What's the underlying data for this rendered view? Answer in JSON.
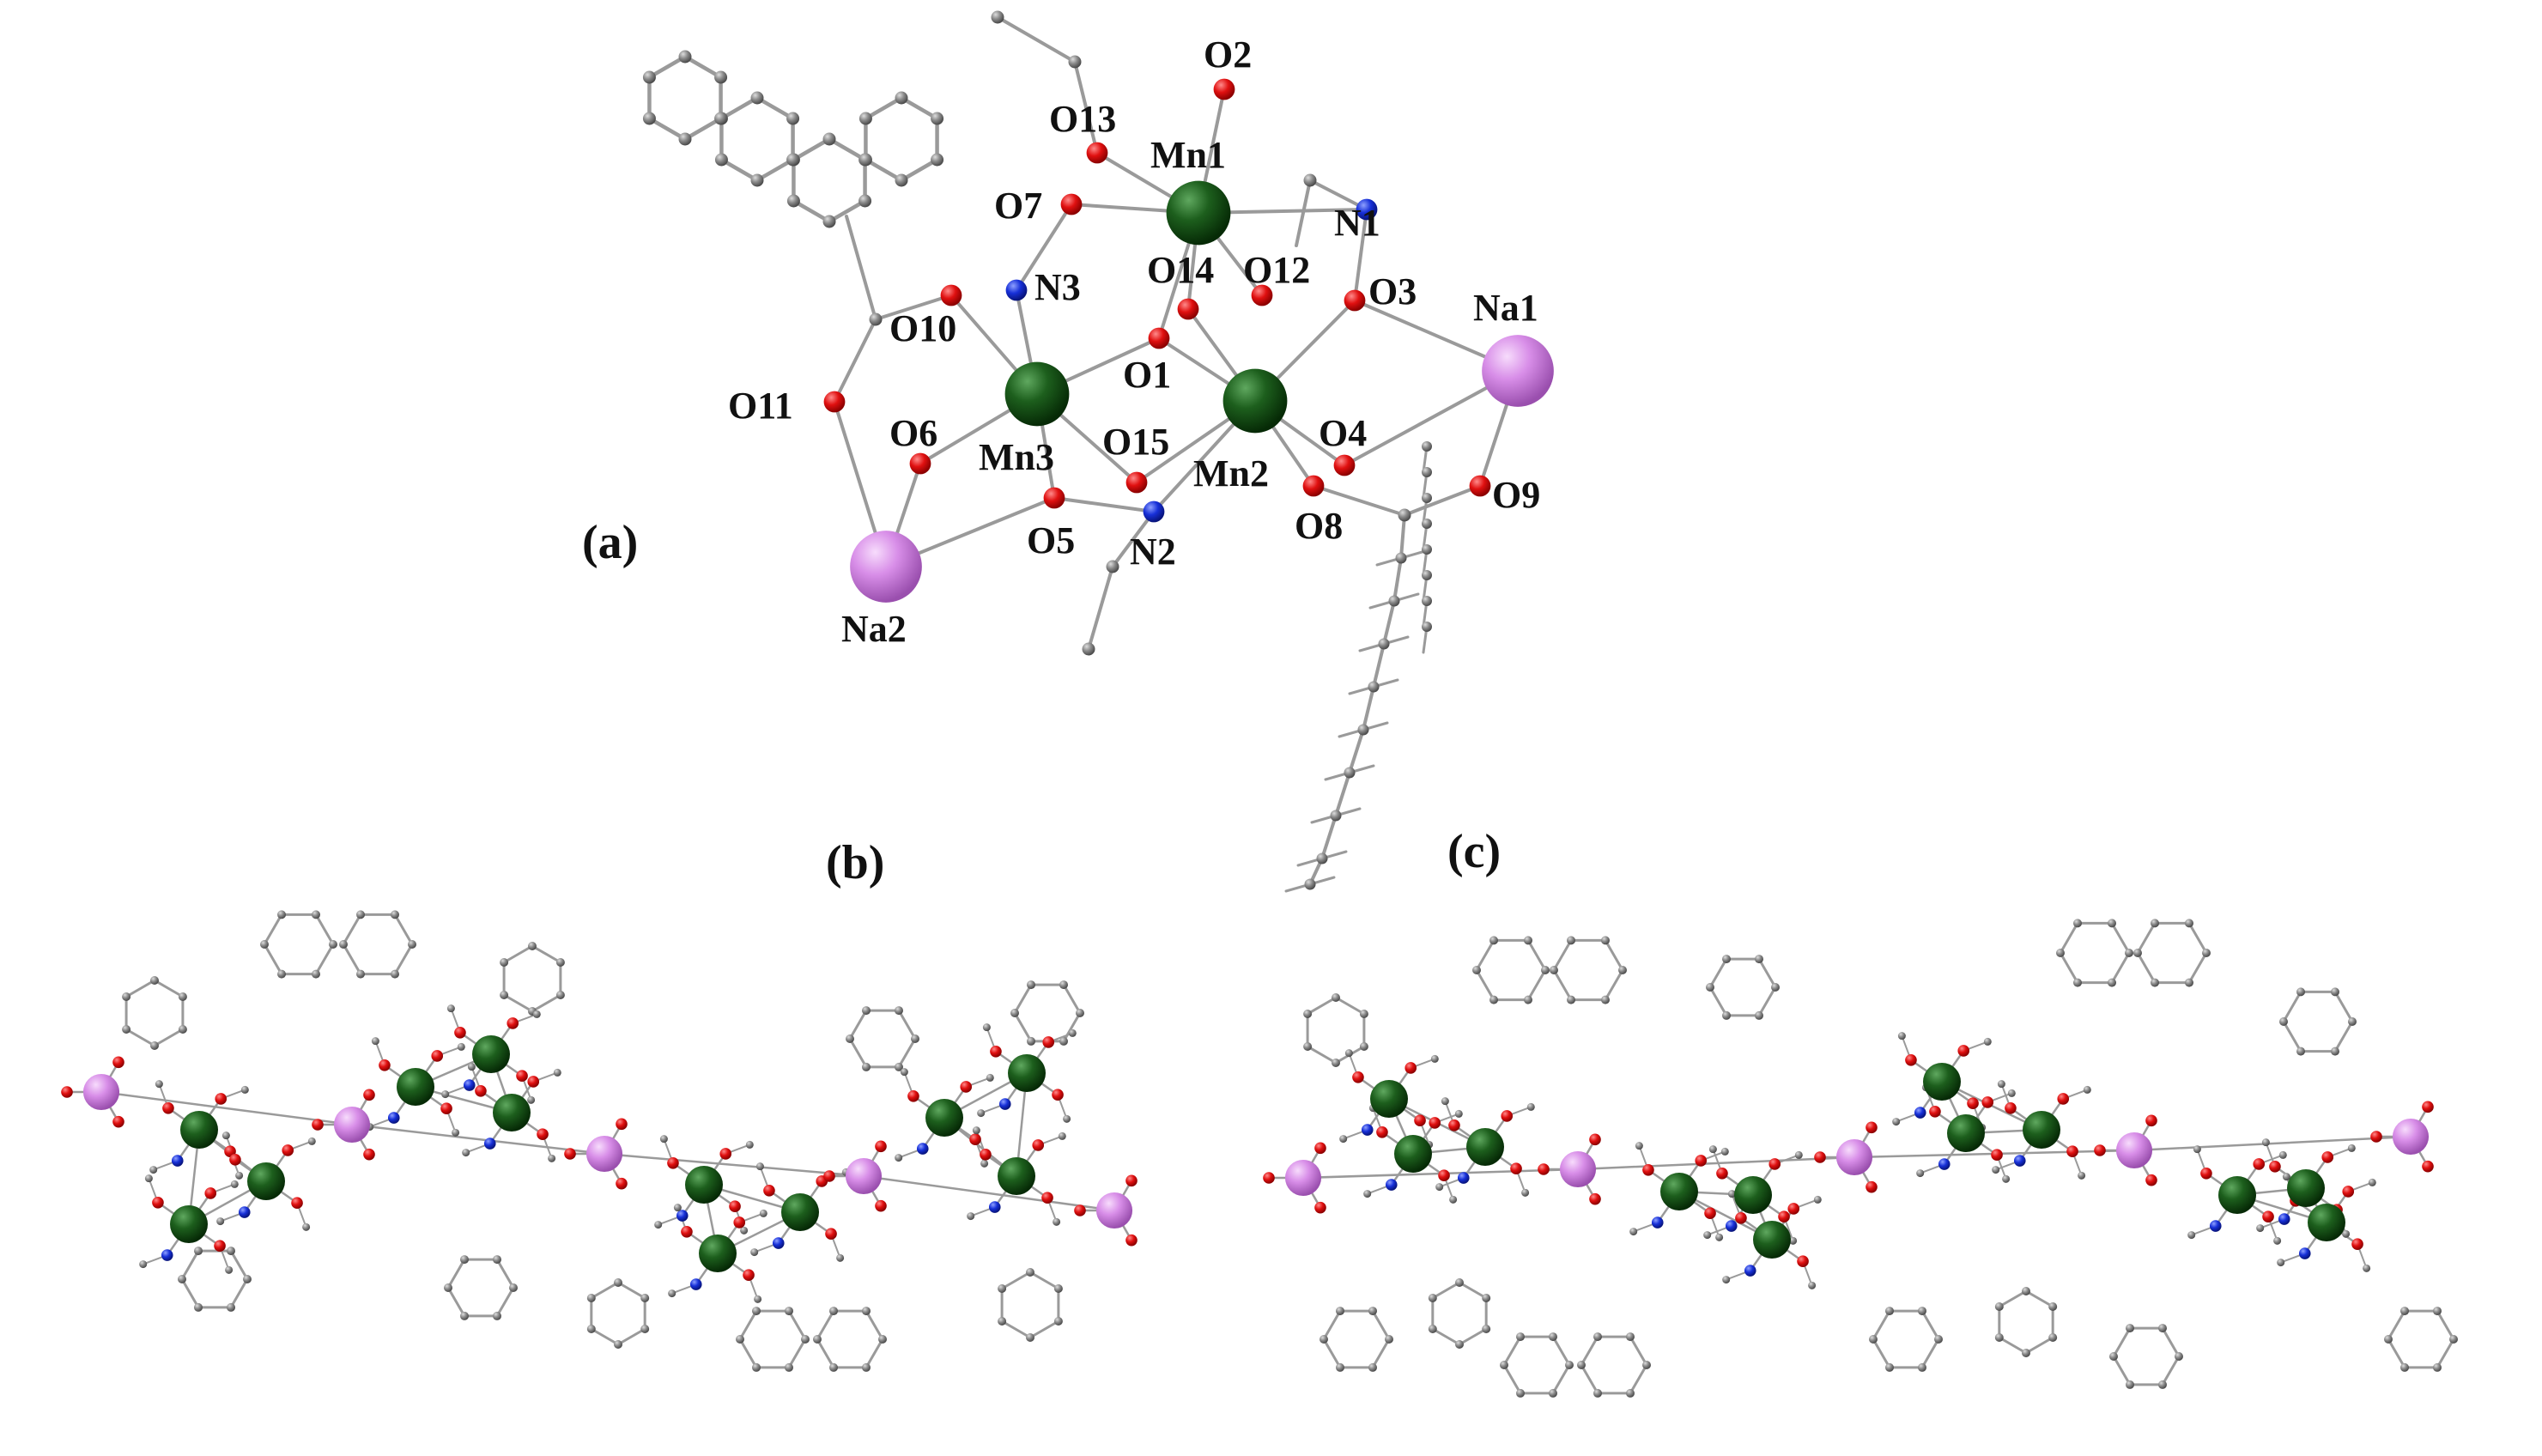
{
  "panels": [
    {
      "id": "a",
      "label": "(a)"
    },
    {
      "id": "b",
      "label": "(b)"
    },
    {
      "id": "c",
      "label": "(c)"
    }
  ],
  "atom_labels": {
    "O1": "O1",
    "O2": "O2",
    "O3": "O3",
    "O4": "O4",
    "O5": "O5",
    "O6": "O6",
    "O7": "O7",
    "O8": "O8",
    "O9": "O9",
    "O10": "O10",
    "O11": "O11",
    "O12": "O12",
    "O13": "O13",
    "O14": "O14",
    "O15": "O15",
    "N1": "N1",
    "N2": "N2",
    "N3": "N3",
    "Mn1": "Mn1",
    "Mn2": "Mn2",
    "Mn3": "Mn3",
    "Na1": "Na1",
    "Na2": "Na2"
  },
  "colors": {
    "manganese": "#1d5f1d",
    "sodium": "#d88ee8",
    "oxygen": "#e01010",
    "nitrogen": "#1730d8",
    "carbon": "#8a8a8a",
    "bond": "#9a9a9a",
    "text": "#111111"
  },
  "atom_types": [
    "manganese",
    "sodium",
    "oxygen",
    "nitrogen",
    "carbon"
  ]
}
